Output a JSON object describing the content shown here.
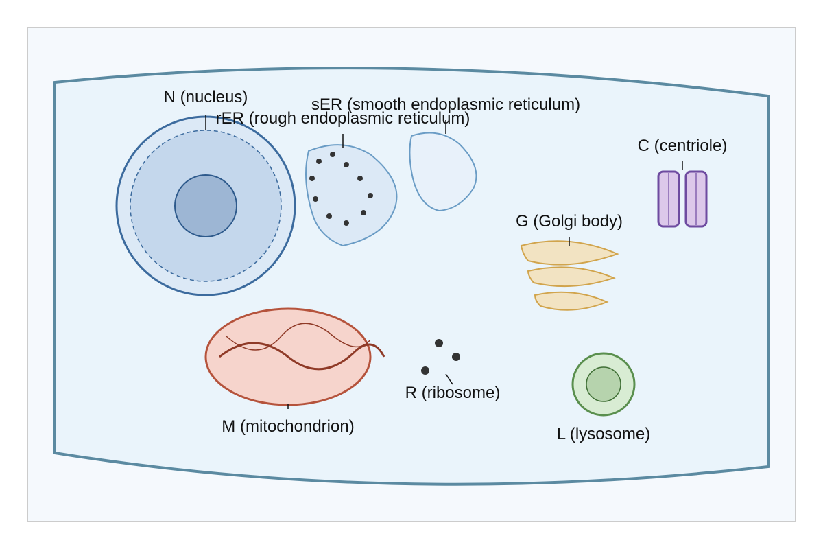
{
  "diagram": {
    "colors": {
      "membrane": "#5b8aa1",
      "cytoplasm": "#eaf4fb",
      "nucleus": "#3c6b9e",
      "er": "#6a9cc5",
      "mitochondrion": "#b5533c",
      "golgi": "#d1a44c",
      "centriole": "#6e4ba0",
      "lysosome": "#5a8f4e",
      "ribosome": "#333333"
    },
    "labels": {
      "nucleus": "N (nucleus)",
      "rough_er": "rER (rough endoplasmic reticulum)",
      "smooth_er": "sER (smooth endoplasmic reticulum)",
      "centriole": "C (centriole)",
      "golgi": "G (Golgi body)",
      "mitochondrion": "M (mitochondrion)",
      "ribosome": "R (ribosome)",
      "lysosome": "L (lysosome)"
    }
  }
}
